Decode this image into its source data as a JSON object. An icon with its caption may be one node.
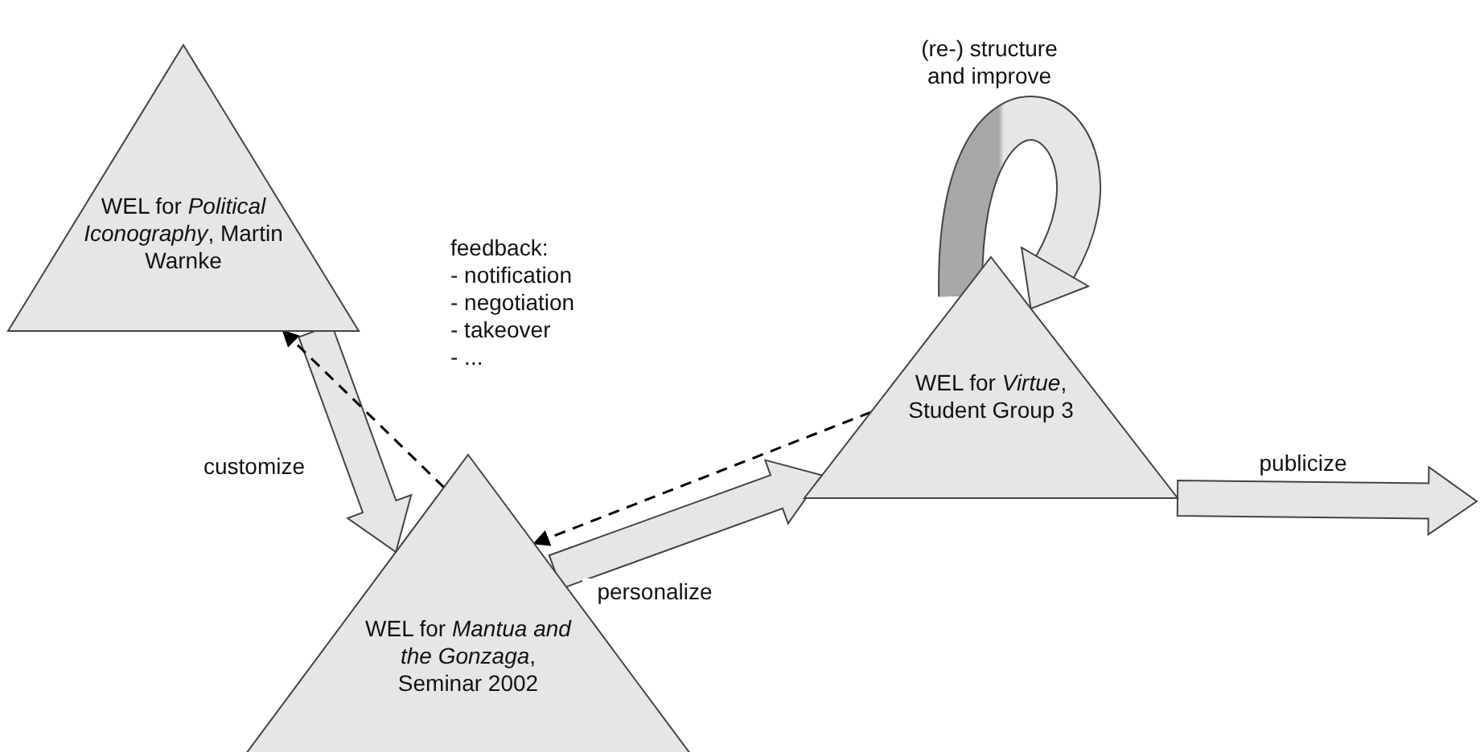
{
  "diagram": {
    "nodes": [
      {
        "text": [
          "WEL for *Political Iconography*, Martin Warnke"
        ]
      },
      {
        "text": [
          "WEL for *Mantua and the Gonzaga*, Seminar 2002"
        ]
      },
      {
        "text": [
          "WEL for *Virtue*, Student Group 3"
        ]
      }
    ],
    "edges": [
      {
        "from": 0,
        "to": 1,
        "arrow": "to",
        "label": "customize"
      },
      {
        "from": 1,
        "to": 0,
        "arrow": "to",
        "style": "dashed"
      },
      {
        "from": 2,
        "to": 1,
        "arrow": "to",
        "style": "dashed"
      },
      {
        "from": 1,
        "to": 2,
        "arrow": "to",
        "label": "personalize"
      },
      {
        "from": 2,
        "to": 2,
        "arrow": "to",
        "label": "(re-) structure and improve"
      },
      {
        "from": 2,
        "to": null,
        "arrow": "to",
        "label": "publicize"
      }
    ],
    "labels": [
      "feedback:",
      "- notification",
      "- negotiation",
      "- takeover",
      "- ..."
    ]
  }
}
